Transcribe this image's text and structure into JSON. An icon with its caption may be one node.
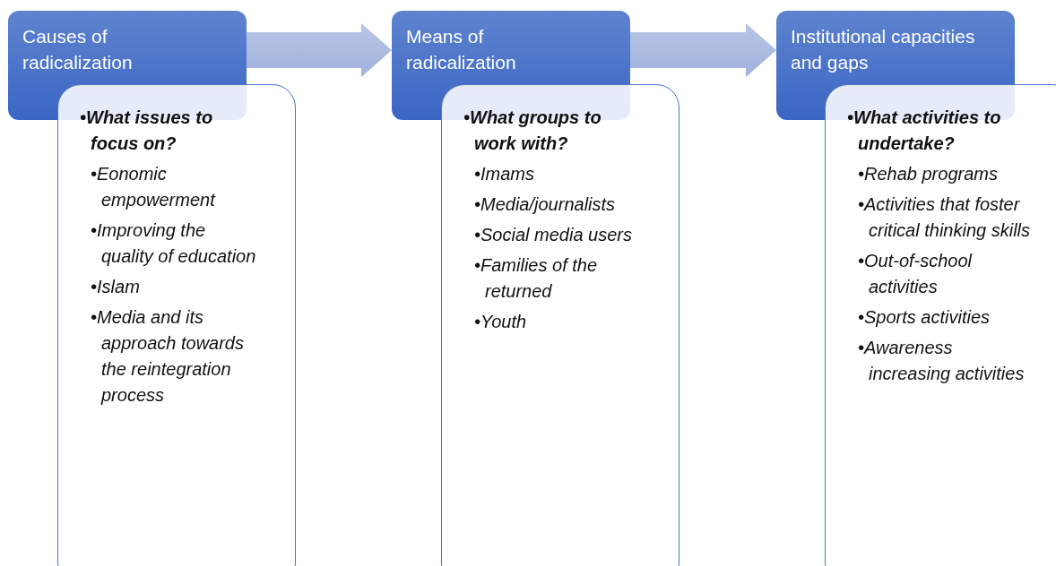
{
  "diagram": {
    "nodes": [
      {
        "text": [
          "Causes of radicalization"
        ]
      },
      {
        "text": [
          "•What issues to focus on?",
          "•Eonomic empowerment",
          "•Improving the quality of education",
          "•Islam",
          "•Media and its approach towards the reintegration process"
        ]
      },
      {
        "text": [
          "Means of radicalization"
        ]
      },
      {
        "text": [
          "•What groups to work with?",
          "•Imams",
          "•Media/journalists",
          "•Social media users",
          "•Families of the returned",
          "•Youth"
        ]
      },
      {
        "text": [
          "Institutional capacities and gaps"
        ]
      },
      {
        "text": [
          "•What activities to undertake?",
          "•Rehab programs",
          "•Activities that foster critical thinking skills",
          "•Out-of-school activities",
          "•Sports activities",
          "•Awareness increasing activities"
        ]
      }
    ],
    "edges": [
      {
        "from": 0,
        "to": 2,
        "arrow": "to"
      },
      {
        "from": 2,
        "to": 4,
        "arrow": "to"
      }
    ]
  }
}
